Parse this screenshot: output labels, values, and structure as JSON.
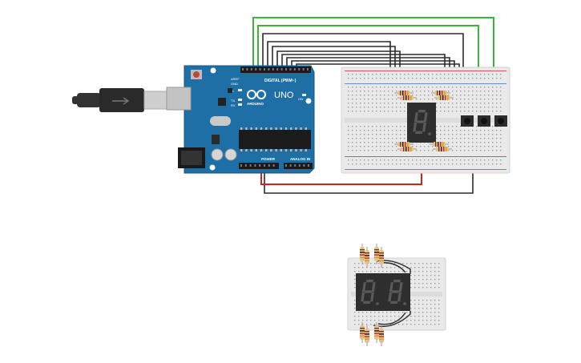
{
  "board": {
    "logo_text": "UNO",
    "brand_text": "ARDUINO",
    "digital_header": "DIGITAL (PWM~)",
    "power_header": "POWER",
    "analog_header": "ANALOG IN",
    "aref_label": "AREF",
    "gnd_label": "GND",
    "tx_label": "TX",
    "rx_label": "RX",
    "l_label": "L",
    "on_label": "ON",
    "color": "#1d6fa5"
  },
  "colors": {
    "wire_green": "#3cb43c",
    "wire_black": "#2b2b2b",
    "wire_red": "#d22020",
    "breadboard": "#e9e9e9",
    "resistor": "#e6c08a",
    "display_body": "#2e2e2e",
    "segment_off": "#5a5a5a"
  },
  "icons": {
    "usb_cable": "usb-cable-icon",
    "power_jack": "dc-jack-icon",
    "reset": "reset-button-icon",
    "chip": "microcontroller-chip-icon"
  }
}
